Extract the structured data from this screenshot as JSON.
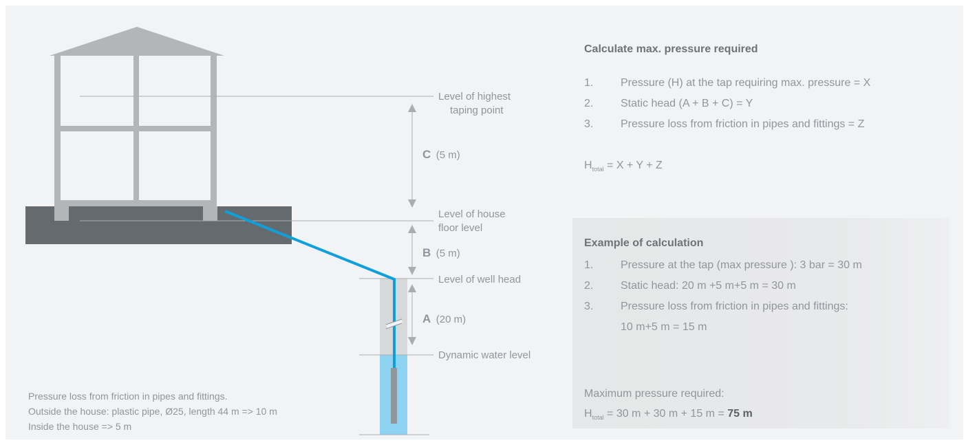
{
  "diagram": {
    "levels": {
      "highest": [
        "Level of highest",
        "taping point"
      ],
      "floor": [
        "Level of house",
        "floor level"
      ],
      "wellhead": "Level of well head",
      "water": "Dynamic water level"
    },
    "dimensions": {
      "c": {
        "letter": "C",
        "value": "(5 m)"
      },
      "b": {
        "letter": "B",
        "value": "(5 m)"
      },
      "a": {
        "letter": "A",
        "value": "(20 m)"
      }
    },
    "colors": {
      "pipe": "#0fa0dc",
      "water": "#8fd3f3",
      "house": "#b3b6b9",
      "ground": "#656a6f",
      "casing": "#d6d8da",
      "pump": "#8f969c"
    }
  },
  "note": {
    "lines": [
      "Pressure loss from friction in pipes and fittings.",
      "Outside the house: plastic pipe, Ø25, length 44 m => 10 m",
      "Inside the house => 5 m"
    ]
  },
  "calc": {
    "title": "Calculate max. pressure required",
    "items": [
      {
        "num": "1.",
        "text": "Pressure (H) at the tap requiring max. pressure = X"
      },
      {
        "num": "2.",
        "text": "Static head (A + B + C) = Y"
      },
      {
        "num": "3.",
        "text": "Pressure loss from friction in pipes and fittings = Z"
      }
    ],
    "formula": {
      "h": "H",
      "sub": "total",
      "rest": " =  X + Y + Z"
    }
  },
  "example": {
    "title": "Example of calculation",
    "items": [
      {
        "num": "1.",
        "text": "Pressure at the tap (max pressure ):  3 bar = 30 m"
      },
      {
        "num": "2.",
        "text": "Static head: 20 m +5 m+5 m = 30 m"
      },
      {
        "num": "3.",
        "text": "Pressure loss from friction in pipes and fittings:",
        "cont": "10 m+5 m = 15 m"
      }
    ],
    "summary": "Maximum pressure required:",
    "result": {
      "h": "H",
      "sub": "total",
      "expr": " = 30 m + 30 m + 15 m = ",
      "bold": "75 m"
    }
  }
}
